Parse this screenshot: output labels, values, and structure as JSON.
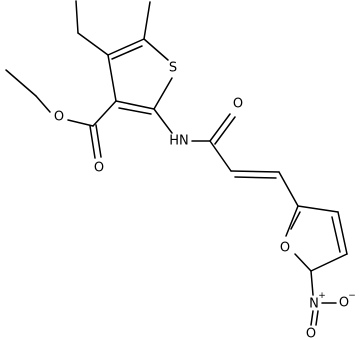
{
  "diagram": {
    "type": "chemical-structure",
    "atom_labels": {
      "S": "S",
      "O_ester_single": "O",
      "O_ester_carbonyl": "O",
      "NH": "HN",
      "O_amide": "O",
      "O_furan": "O",
      "N_nitro": "N",
      "O_nitro_top": "O",
      "O_nitro_right": "O"
    },
    "charges": {
      "N_nitro": "+",
      "O_nitro_right": "−"
    },
    "colors": {
      "bond": "#000000",
      "label": "#000000",
      "background": "#ffffff"
    }
  }
}
